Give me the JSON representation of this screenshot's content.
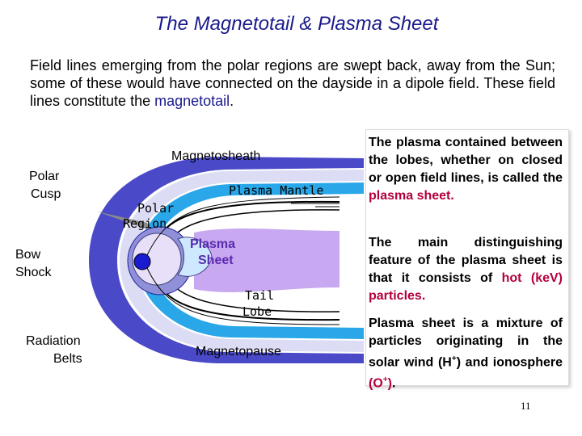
{
  "title": "The Magnetotail & Plasma Sheet",
  "intro": {
    "before": "Field lines emerging from the polar regions are swept back, away from the Sun; some of these would have connected on the dayside in a dipole field.  These field lines constitute the ",
    "highlight": "magnetotail",
    "after": "."
  },
  "labels": {
    "magnetosheath": "Magnetosheath",
    "polar_cusp_1": "Polar",
    "polar_cusp_2": "Cusp",
    "bow_shock_1": "Bow",
    "bow_shock_2": "Shock",
    "radiation_belts_1": "Radiation",
    "radiation_belts_2": "Belts",
    "magnetopause": "Magnetopause",
    "plasma_mantle": "Plasma Mantle",
    "polar_region_1": "Polar",
    "polar_region_2": "Region",
    "plasma_sheet_1": "Plasma",
    "plasma_sheet_2": "Sheet",
    "tail_lobe_1": "Tail",
    "tail_lobe_2": "Lobe"
  },
  "side": {
    "p1_before": "The plasma contained between the lobes, whether on closed or open field lines, is called the ",
    "p1_red": "plasma sheet.",
    "p2_before": "The main distinguishing feature of the plasma sheet is that it consists of ",
    "p2_red": "hot (keV) particles.",
    "p3_before": "Plasma sheet is a mixture of particles originating in the solar wind (H",
    "p3_sup1": "+",
    "p3_mid": ") and ionosphere ",
    "p3_red": "(O",
    "p3_sup2": "+",
    "p3_red_end": ")",
    "p3_end": "."
  },
  "page_number": "11",
  "colors": {
    "title": "#1a1a8c",
    "red": "#b3003c",
    "bow_shock": "#4040c0",
    "magnetopause": "#2aa7e8",
    "plasma_sheet": "#c8a8f0"
  }
}
